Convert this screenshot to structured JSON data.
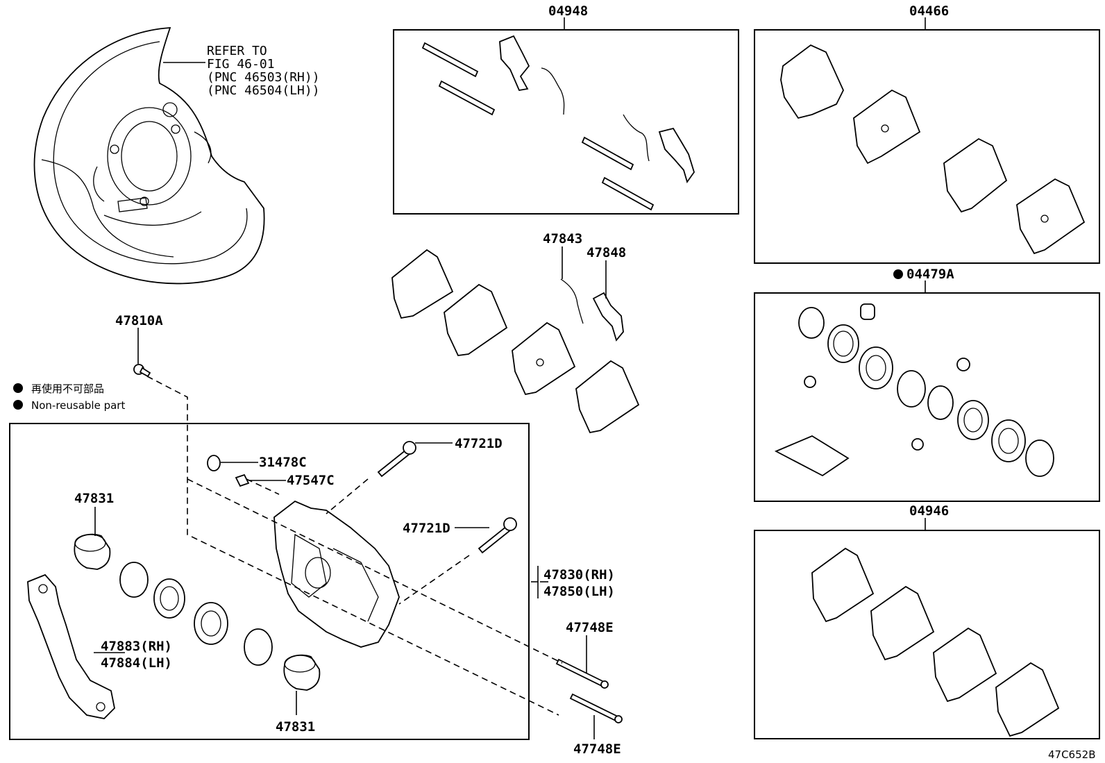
{
  "labels": {
    "kit_04948": "04948",
    "kit_04466": "04466",
    "kit_04479a": "04479A",
    "kit_04946": "04946",
    "refer_line1": "REFER TO",
    "refer_line2": "FIG 46-01",
    "refer_line3": "(PNC 46503(RH))",
    "refer_line4": "(PNC 46504(LH))",
    "p47810a": "47810A",
    "p47843": "47843",
    "p47848": "47848",
    "p31478c": "31478C",
    "p47547c": "47547C",
    "p47721d_top": "47721D",
    "p47721d_mid": "47721D",
    "p47831_top": "47831",
    "p47831_bottom": "47831",
    "p47830": "47830(RH)",
    "p47850": "47850(LH)",
    "p47883": "47883(RH)",
    "p47884": "47884(LH)",
    "p47748e_top": "47748E",
    "p47748e_bottom": "47748E",
    "figure_id": "47C652B"
  },
  "legend": {
    "line_ja": "再使用不可部品",
    "line_en": "Non-reusable part"
  },
  "colors": {
    "ink": "#000000",
    "paper": "#ffffff"
  }
}
